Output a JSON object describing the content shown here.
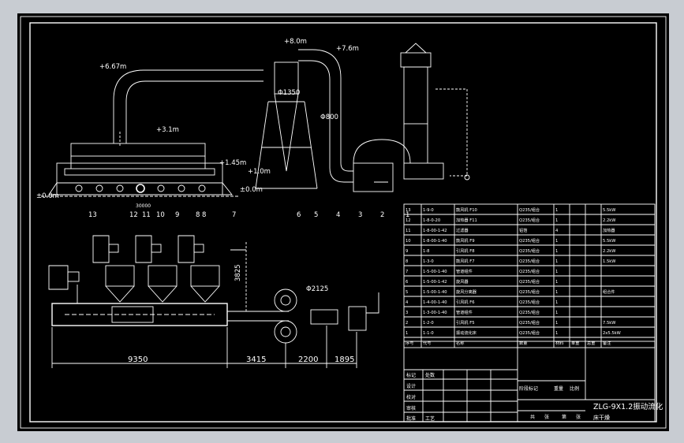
{
  "drawing": {
    "colors": {
      "background": "#000000",
      "lines": "#ffffff",
      "frame": "#c8ccd2"
    },
    "elevations": [
      "+6.67m",
      "+8.0m",
      "+7.6m",
      "+3.1m",
      "+1.45m",
      "+1.0m",
      "±0.0m",
      "±0.0m"
    ],
    "pipe_labels": [
      "Φ1350",
      "Φ800"
    ],
    "callouts_top": [
      "1",
      "2",
      "3",
      "4",
      "5",
      "6",
      "7",
      "8",
      "9"
    ],
    "callouts_plan": [
      "13",
      "12",
      "11",
      "10",
      "8"
    ],
    "dims": {
      "top_length": "30000",
      "plan_height": "3825",
      "pipe_dia": "Φ2125",
      "bottom": [
        "9350",
        "3415",
        "2200",
        "1895"
      ]
    },
    "title_block": {
      "drawing_title": "ZLG-9X1.2振动流化",
      "subtitle": "床干燥",
      "approvals": [
        "标记",
        "处数",
        "设计",
        "校对",
        "审核",
        "工艺",
        "批准"
      ],
      "stage_labels": [
        "阶段标记",
        "重量",
        "比例"
      ],
      "sheet": [
        "共",
        "张",
        "第",
        "张"
      ]
    },
    "parts_table": {
      "header": [
        "序号",
        "代号",
        "名称",
        "数量",
        "材料",
        "单重",
        "总重",
        "备注"
      ],
      "rows": [
        {
          "no": "13",
          "code": "1-9-0",
          "name": "鼓风机 F10",
          "spec": "Q235/组合",
          "qty": "1",
          "mat": "",
          "note": "5.5kW"
        },
        {
          "no": "12",
          "code": "1-8-0-20",
          "name": "加热器 F11",
          "spec": "Q235/组合",
          "qty": "1",
          "mat": "",
          "note": "2.2kW"
        },
        {
          "no": "11",
          "code": "1-8-00-1-42",
          "name": "过滤器",
          "spec": "铝箔",
          "qty": "4",
          "mat": "",
          "note": "加热器"
        },
        {
          "no": "10",
          "code": "1-8-00-1-40",
          "name": "鼓风机 F9",
          "spec": "Q235/组合",
          "qty": "1",
          "mat": "",
          "note": "5.5kW"
        },
        {
          "no": "9",
          "code": "1-8",
          "name": "引风机 F8",
          "spec": "Q235/组合",
          "qty": "1",
          "mat": "",
          "note": "2.2kW"
        },
        {
          "no": "8",
          "code": "1-3-0",
          "name": "鼓风机 F7",
          "spec": "Q235/组合",
          "qty": "1",
          "mat": "",
          "note": "1.5kW"
        },
        {
          "no": "7",
          "code": "1-5-00-1-40",
          "name": "管道组件",
          "spec": "Q235/组合",
          "qty": "1",
          "mat": "",
          "note": ""
        },
        {
          "no": "6",
          "code": "1-5-00-1-42",
          "name": "旋风器",
          "spec": "Q235/组合",
          "qty": "1",
          "mat": "",
          "note": ""
        },
        {
          "no": "5",
          "code": "1-5-00-1-40",
          "name": "旋风分离器",
          "spec": "Q235/组合",
          "qty": "1",
          "mat": "",
          "note": "组合件"
        },
        {
          "no": "4",
          "code": "1-4-00-1-40",
          "name": "引风机 F6",
          "spec": "Q235/组合",
          "qty": "1",
          "mat": "",
          "note": ""
        },
        {
          "no": "3",
          "code": "1-3-00-1-40",
          "name": "管道组件",
          "spec": "Q235/组合",
          "qty": "1",
          "mat": "",
          "note": ""
        },
        {
          "no": "2",
          "code": "1-2-0",
          "name": "引风机 F5",
          "spec": "Q235/组合",
          "qty": "1",
          "mat": "",
          "note": "7.5kW"
        },
        {
          "no": "1",
          "code": "1-1-0",
          "name": "振动流化床",
          "spec": "Q235/组合",
          "qty": "1",
          "mat": "",
          "note": "2x5.5kW"
        }
      ]
    }
  }
}
